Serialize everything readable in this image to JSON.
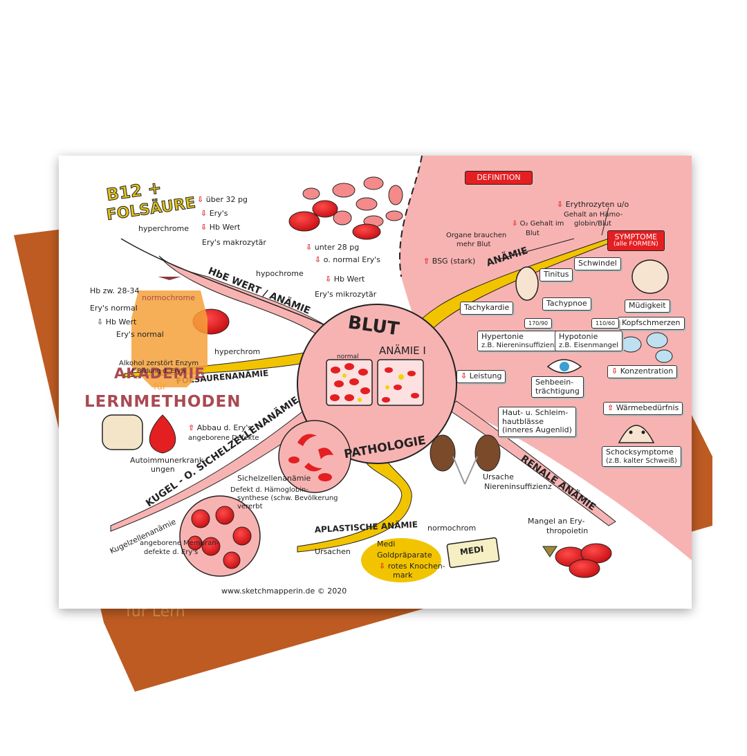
{
  "center": {
    "title": "BLUT",
    "subtitle": "ANÄMIE I",
    "label_normal": "normal",
    "bottom": "PATHOLOGIE"
  },
  "branches": {
    "hb_wert": "HbE WERT / ANÄMIE",
    "folsaeure": "FOLSÄURENANÄMIE",
    "kugel": "KUGEL - O. SICHELZELLENANÄMIE",
    "aplastisch": "APLASTISCHE ANÄMIE",
    "renal": "RENALE ANÄMIE",
    "anaemie": "ANÄMIE"
  },
  "b12": {
    "line1": "B12 +",
    "line2": "FOLSÄURE"
  },
  "hyperchrome": {
    "label": "hyperchrome",
    "items": [
      "über 32 pg",
      "Ery's",
      "Hb Wert",
      "Ery's makrozytär"
    ]
  },
  "hypochrome": {
    "label": "hypochrome",
    "items": [
      "unter 28 pg",
      "o. normal Ery's",
      "Hb Wert",
      "Ery's mikrozytär"
    ]
  },
  "normochrome": {
    "label": "normochrome",
    "items": [
      "Hb zw. 28-34",
      "Ery's normal",
      "Hb Wert",
      "Ery's normal"
    ]
  },
  "folsaeure_detail": {
    "hyperchrom": "hyperchrom",
    "alkohol": "Alkohol zerstört Enzym",
    "bildung": "f. Bildung d. Ery's"
  },
  "watermark": {
    "line1": "AKADEMIE",
    "line2": "für",
    "line3": "LERNMETHODEN"
  },
  "kugel_detail": {
    "abbau": "Abbau d. Ery's",
    "angeborene": "angeborene Defekte",
    "autoimmun1": "Autoimmunerkrank-",
    "autoimmun2": "ungen",
    "sichel": "Sichelzellenanämie",
    "defekt1": "Defekt d. Hämoglobin-",
    "defekt2": "synthese (schw. Bevölkerung",
    "defekt3": "vererbt",
    "kugelzell": "Kugelzellenanämie",
    "membran1": "angeborene Membran-",
    "membran2": "defekte d. Ery's"
  },
  "aplastisch_detail": {
    "normochrom": "normochrom",
    "ursachen": "Ursachen",
    "medi": "Medi",
    "gold": "Goldpräparate",
    "rotes1": "rotes Knochen-",
    "rotes2": "mark",
    "medi_box": "MEDI"
  },
  "renal_detail": {
    "ursache": "Ursache",
    "nieren": "Niereninsuffizienz",
    "mangel1": "Mangel an Ery-",
    "mangel2": "thropoietin"
  },
  "definition": {
    "header": "DEFINITION",
    "erythro1": "Erythrozyten u/o",
    "erythro2": "Gehalt an Hämo-",
    "erythro3": "globin/Blut",
    "o2_1": "O₂ Gehalt im",
    "o2_2": "Blut",
    "organe1": "Organe brauchen",
    "organe2": "mehr Blut",
    "bsg": "BSG (stark)"
  },
  "symptoms": {
    "header1": "SYMPTOME",
    "header2": "(alle FORMEN)",
    "schwindel": "Schwindel",
    "tinitus": "Tinitus",
    "tachykardie": "Tachykardie",
    "tachypnoe": "Tachypnoe",
    "muedigkeit": "Müdigkeit",
    "kopfschmerzen": "Kopfschmerzen",
    "hypertonie1": "Hypertonie",
    "hypertonie2": "z.B. Niereninsuffizienz",
    "hypotonie1": "Hypotonie",
    "hypotonie2": "z.B. Eisenmangel",
    "bp_high": "170/90",
    "bp_low": "110/60",
    "leistung": "Leistung",
    "konzentration": "Konzentration",
    "sehbeein1": "Sehbeein-",
    "sehbeein2": "trächtigung",
    "haut1": "Haut- u. Schleim-",
    "haut2": "hautblässe",
    "haut3": "(inneres Augenlid)",
    "waerme": "Wärmebedürfnis",
    "schock1": "Schocksymptome",
    "schock2": "(z.B. kalter Schweiß)"
  },
  "footer": "www.sketchmapperin.de © 2020",
  "back_text": "für Lern",
  "colors": {
    "pink": "#f7b3b2",
    "red": "#e41f22",
    "yellow": "#f2c400",
    "orange": "#bd5b22",
    "watermark": "#a94a52"
  }
}
